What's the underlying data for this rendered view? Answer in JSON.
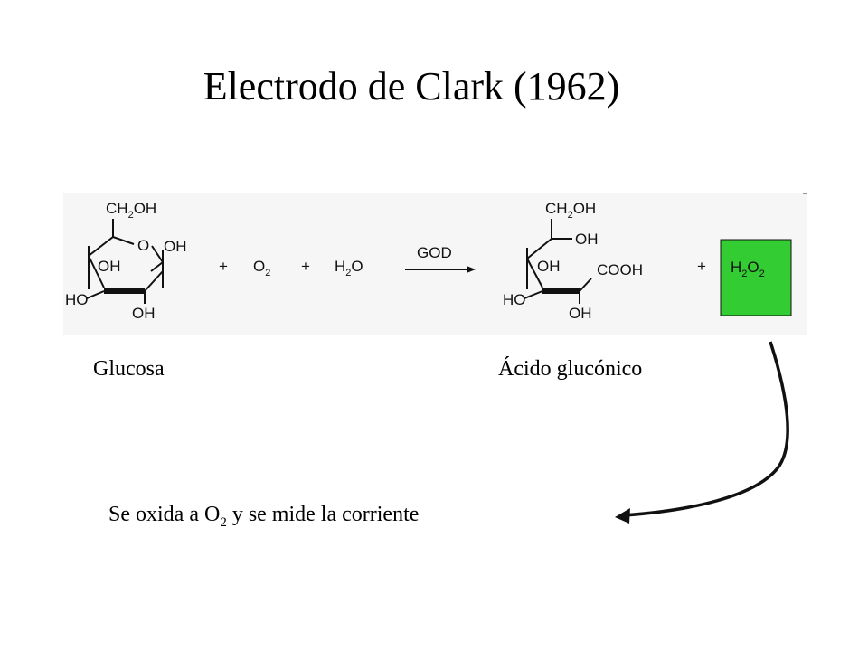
{
  "title": "Electrodo de Clark (1962)",
  "reaction": {
    "glucose": {
      "ch2oh": "CH",
      "ch2oh_sub": "2",
      "ch2oh_tail": "OH",
      "ring_o": "O",
      "oh_right": "OH",
      "oh_inner": "OH",
      "ho_left": "HO",
      "oh_bottom": "OH"
    },
    "plus1": "+",
    "o2": {
      "symbol": "O",
      "sub": "2"
    },
    "plus2": "+",
    "h2o": {
      "h": "H",
      "sub": "2",
      "o": "O"
    },
    "enzyme": "GOD",
    "gluconic": {
      "ch2oh": "CH",
      "ch2oh_sub": "2",
      "ch2oh_tail": "OH",
      "oh_right": "OH",
      "oh_inner": "OH",
      "cooh": "COOH",
      "ho_left": "HO",
      "oh_bottom": "OH"
    },
    "plus3": "+",
    "h2o2": {
      "h": "H",
      "h_sub": "2",
      "o": "O",
      "o_sub": "2"
    }
  },
  "labels": {
    "glucose": "Glucosa",
    "gluconic": "Ácido glucónico"
  },
  "note": {
    "prefix": "Se oxida a O",
    "sub": "2",
    "suffix": " y se mide la corriente"
  },
  "colors": {
    "highlight_box": "#33cc33",
    "scheme_background": "#f6f6f6"
  }
}
